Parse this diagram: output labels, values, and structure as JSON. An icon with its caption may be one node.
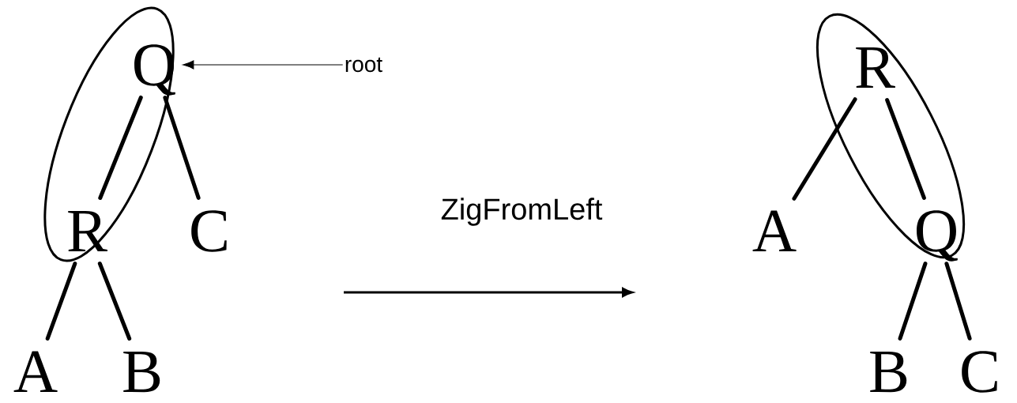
{
  "diagram": {
    "nodes": [
      {
        "text": [],
        "shape": "ellipse"
      },
      {
        "text": [
          "Q"
        ],
        "in": 0
      },
      {
        "text": [
          "R"
        ],
        "in": 0
      },
      {
        "text": [
          "C"
        ]
      },
      {
        "text": [
          "A"
        ]
      },
      {
        "text": [
          "B"
        ]
      },
      {
        "text": [
          "root"
        ]
      },
      {
        "text": [],
        "shape": "ellipse"
      },
      {
        "text": [
          "R"
        ],
        "in": 7
      },
      {
        "text": [
          "A"
        ]
      },
      {
        "text": [
          "Q"
        ],
        "in": 7
      },
      {
        "text": [
          "B"
        ]
      },
      {
        "text": [
          "C"
        ]
      }
    ],
    "edges": [
      {
        "from": 1,
        "to": 2,
        "arrow": "none"
      },
      {
        "from": 1,
        "to": 3,
        "arrow": "none"
      },
      {
        "from": 2,
        "to": 4,
        "arrow": "none"
      },
      {
        "from": 2,
        "to": 5,
        "arrow": "none"
      },
      {
        "from": 6,
        "to": 1,
        "arrow": "to"
      },
      {
        "from": 8,
        "to": 9,
        "arrow": "none"
      },
      {
        "from": 8,
        "to": 10,
        "arrow": "none"
      },
      {
        "from": 10,
        "to": 11,
        "arrow": "none"
      },
      {
        "from": 10,
        "to": 12,
        "arrow": "none"
      }
    ],
    "labels": [
      "ZigFromLeft"
    ]
  }
}
